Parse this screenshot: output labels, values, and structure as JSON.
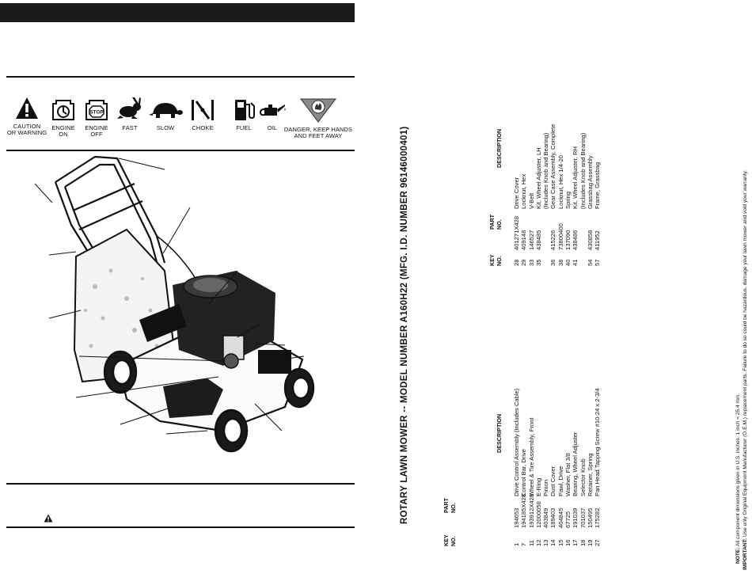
{
  "symbols": [
    {
      "icon": "caution-triangle-icon",
      "label": "CAUTION\nOR WARNING"
    },
    {
      "icon": "engine-on-icon",
      "label": "ENGINE\nON"
    },
    {
      "icon": "engine-off-icon",
      "label": "ENGINE\nOFF",
      "stop_text": "STOP"
    },
    {
      "icon": "rabbit-icon",
      "label": "FAST"
    },
    {
      "icon": "turtle-icon",
      "label": "SLOW"
    },
    {
      "icon": "choke-icon",
      "label": "CHOKE"
    },
    {
      "icon": "fuel-pump-icon",
      "label": "FUEL"
    },
    {
      "icon": "oil-can-icon",
      "label": "OIL"
    },
    {
      "icon": "danger-hand-icon",
      "label": "DANGER, KEEP HANDS\nAND FEET AWAY"
    }
  ],
  "parts_list": {
    "title": "ROTARY LAWN MOWER -- MODEL NUMBER  A160H22  (MFG. I.D. NUMBER 96146000401)",
    "headers": {
      "key_no": "KEY\nNO.",
      "part_no": "PART\nNO.",
      "description": "DESCRIPTION"
    },
    "left_column": [
      {
        "key": "1",
        "part": "194653",
        "desc": "Drive Control Assembly (Includes Cable)"
      },
      {
        "key": "7",
        "part": "194185X428",
        "desc": "Control Bar, Drive"
      },
      {
        "key": "11",
        "part": "193912X428",
        "desc": "Wheel & Tire Assembly, Front"
      },
      {
        "key": "12",
        "part": "12000058",
        "desc": "E-Ring"
      },
      {
        "key": "13",
        "part": "403849",
        "desc": "Pinion"
      },
      {
        "key": "14",
        "part": "189403",
        "desc": "Dust Cover"
      },
      {
        "key": "15",
        "part": "404845",
        "desc": "Pawl, Drive"
      },
      {
        "key": "16",
        "part": "67725",
        "desc": "Washer, Flat 3/8"
      },
      {
        "key": "17",
        "part": "191039",
        "desc": "Bearing, Wheel Adjuster"
      },
      {
        "key": "18",
        "part": "701037",
        "desc": "Selector Knob"
      },
      {
        "key": "19",
        "part": "150495",
        "desc": "Retainer, Spring"
      },
      {
        "key": "27",
        "part": "175282",
        "desc": "Pan Head Tapping Screw #10-24 x 2-3/4"
      }
    ],
    "right_column": [
      {
        "key": "28",
        "part": "401271X428",
        "desc": "Drive Cover"
      },
      {
        "key": "29",
        "part": "409148",
        "desc": "Locknut, Hex"
      },
      {
        "key": "33",
        "part": "146527",
        "desc": "V-Belt"
      },
      {
        "key": "35",
        "part": "438485",
        "desc": "Kit, Wheel Adjuster, LH"
      },
      {
        "key": "",
        "part": "",
        "desc": "(Includes Knob and Bearing)"
      },
      {
        "key": "36",
        "part": "415226",
        "desc": "Gear Case Assembly, Complete"
      },
      {
        "key": "38",
        "part": "73800400",
        "desc": "Locknut, Hex 1/4-20"
      },
      {
        "key": "40",
        "part": "137090",
        "desc": "Spring"
      },
      {
        "key": "41",
        "part": "438486",
        "desc": "Kit, Wheel Adjuster, RH"
      },
      {
        "key": "",
        "part": "",
        "desc": "(Includes Knob and Bearing)"
      },
      {
        "key": "54",
        "part": "430858",
        "desc": "Grassbag Assembly"
      },
      {
        "key": "57",
        "part": "411952",
        "desc": "Frame, Grassbag"
      }
    ]
  },
  "note": {
    "label": "NOTE:",
    "text": "All component dimensions given in U.S. inches.  1 inch = 25.4 mm."
  },
  "important": {
    "label": "IMPORTANT:",
    "text": "Use only Original Equipment Manufacturer (O.E.M.) replacement parts. Failure to do so could be hazardous, damage your lawn mower and void your warranty."
  }
}
